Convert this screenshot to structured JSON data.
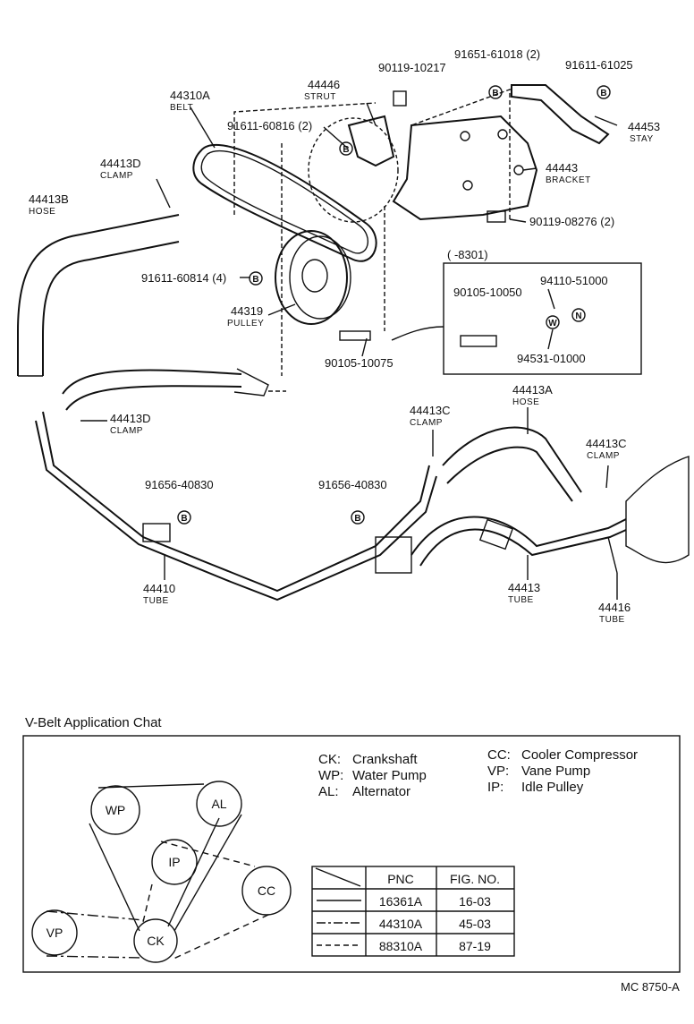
{
  "labels": {
    "p44310A": "44310A",
    "c44310A": "BELT",
    "p44446": "44446",
    "c44446": "STRUT",
    "p90119a": "90119-10217",
    "p91651": "91651-61018 (2)",
    "p91611c": "91611-61025",
    "p91611a": "91611-60816 (2)",
    "p44453": "44453",
    "c44453": "STAY",
    "p44443": "44443",
    "c44443": "BRACKET",
    "p90119b": "90119-08276 (2)",
    "p44413D1": "44413D",
    "c44413D1": "CLAMP",
    "p44413B": "44413B",
    "c44413B": "HOSE",
    "p8301": "(      -8301)",
    "p90105a": "90105-10050",
    "p94110": "94110-51000",
    "p94531": "94531-01000",
    "p91611b": "91611-60814 (4)",
    "p44319": "44319",
    "c44319": "PULLEY",
    "p90105b": "90105-10075",
    "p44413A": "44413A",
    "c44413A": "HOSE",
    "p44413C1": "44413C",
    "c44413C1": "CLAMP",
    "p44413C2": "44413C",
    "c44413C2": "CLAMP",
    "p44413D2": "44413D",
    "c44413D2": "CLAMP",
    "p91656a": "91656-40830",
    "p91656b": "91656-40830",
    "p44410": "44410",
    "c44410": "TUBE",
    "p44413": "44413",
    "c44413": "TUBE",
    "p44416": "44416",
    "c44416": "TUBE"
  },
  "symbols": {
    "bolt": "B",
    "washer": "W",
    "nut": "N"
  },
  "chart_title": "V-Belt Application Chat",
  "legend": [
    {
      "code": "CK:",
      "name": "Crankshaft"
    },
    {
      "code": "WP:",
      "name": "Water Pump"
    },
    {
      "code": "AL:",
      "name": "Alternator"
    },
    {
      "code": "CC:",
      "name": "Cooler Compressor"
    },
    {
      "code": "VP:",
      "name": "Vane Pump"
    },
    {
      "code": "IP:",
      "name": "Idle Pulley"
    }
  ],
  "pulleys": {
    "wp": "WP",
    "al": "AL",
    "ip": "IP",
    "cc": "CC",
    "vp": "VP",
    "ck": "CK"
  },
  "table": {
    "headers": [
      "PNC",
      "FIG. NO."
    ],
    "rows": [
      {
        "style": "solid",
        "pnc": "16361A",
        "fig": "16-03"
      },
      {
        "style": "dash-dot",
        "pnc": "44310A",
        "fig": "45-03"
      },
      {
        "style": "dashed",
        "pnc": "88310A",
        "fig": "87-19"
      }
    ]
  },
  "footer_code": "MC  8750-A"
}
